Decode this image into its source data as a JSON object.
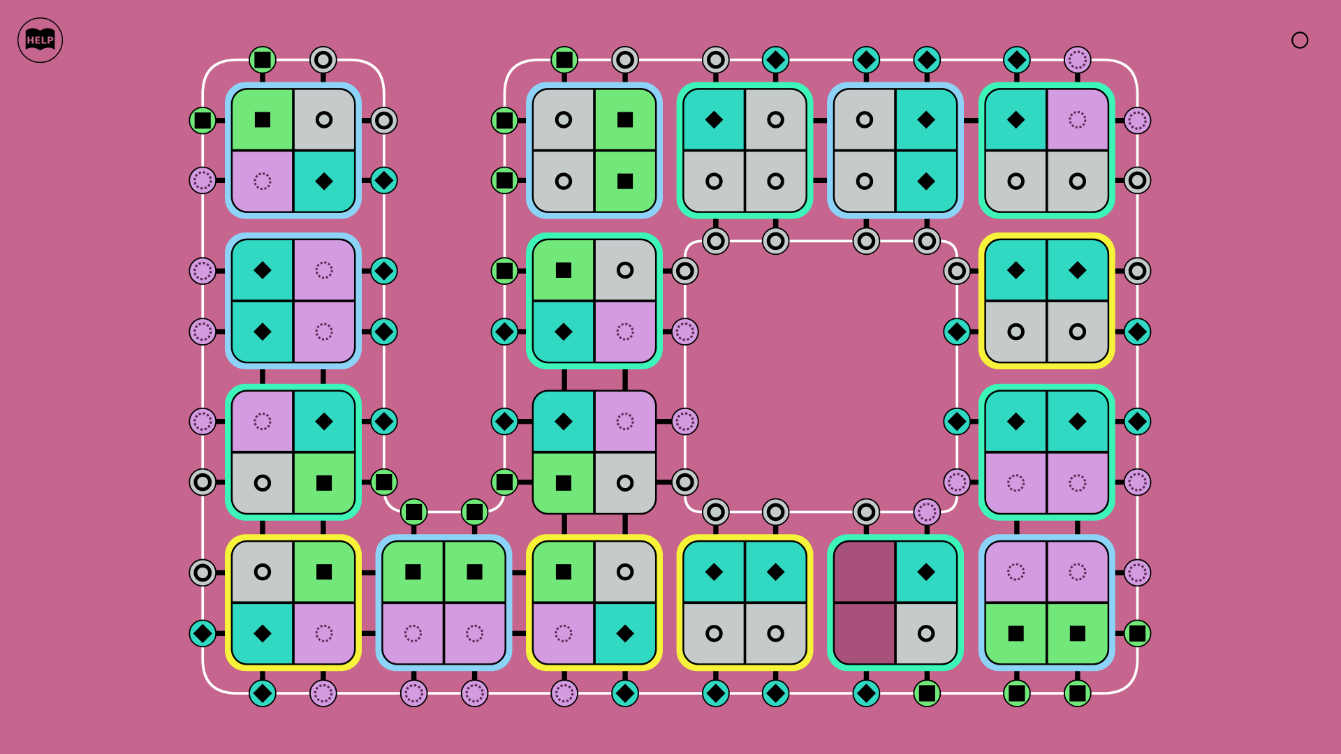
{
  "help_button": {
    "label": "HELP",
    "icon": "help-book-icon"
  },
  "menu_button": {
    "icon": "circle-menu-icon"
  },
  "colors": {
    "background": "#c6658d",
    "green": "#72e87a",
    "gray": "#c5cacb",
    "pink": "#d39be0",
    "teal": "#31d8c2",
    "empty": "#a8517a",
    "border_blue": "#8dd3f8",
    "border_teal": "#3df5b8",
    "border_yellow": "#f6f33a",
    "border_none": "none"
  },
  "symbols": {
    "square": "green",
    "circle": "gray",
    "dotted": "pink",
    "diamond": "teal",
    "empty": "empty"
  },
  "tiles": [
    {
      "row": 0,
      "col": 0,
      "border": "blue",
      "cells": [
        "square",
        "circle",
        "dotted",
        "diamond"
      ]
    },
    {
      "row": 0,
      "col": 2,
      "border": "blue",
      "cells": [
        "circle",
        "square",
        "circle",
        "square"
      ]
    },
    {
      "row": 0,
      "col": 3,
      "border": "teal",
      "cells": [
        "diamond",
        "circle",
        "circle",
        "circle"
      ]
    },
    {
      "row": 0,
      "col": 4,
      "border": "blue",
      "cells": [
        "circle",
        "diamond",
        "circle",
        "diamond"
      ]
    },
    {
      "row": 0,
      "col": 5,
      "border": "teal",
      "cells": [
        "diamond",
        "dotted",
        "circle",
        "circle"
      ]
    },
    {
      "row": 1,
      "col": 0,
      "border": "blue",
      "cells": [
        "diamond",
        "dotted",
        "diamond",
        "dotted"
      ]
    },
    {
      "row": 1,
      "col": 2,
      "border": "teal",
      "cells": [
        "square",
        "circle",
        "diamond",
        "dotted"
      ]
    },
    {
      "row": 1,
      "col": 5,
      "border": "yellow",
      "cells": [
        "diamond",
        "diamond",
        "circle",
        "circle"
      ]
    },
    {
      "row": 2,
      "col": 0,
      "border": "teal",
      "cells": [
        "dotted",
        "diamond",
        "circle",
        "square"
      ]
    },
    {
      "row": 2,
      "col": 2,
      "border": "none",
      "cells": [
        "diamond",
        "dotted",
        "square",
        "circle"
      ]
    },
    {
      "row": 2,
      "col": 5,
      "border": "teal",
      "cells": [
        "diamond",
        "diamond",
        "dotted",
        "dotted"
      ]
    },
    {
      "row": 3,
      "col": 0,
      "border": "yellow",
      "cells": [
        "circle",
        "square",
        "diamond",
        "dotted"
      ]
    },
    {
      "row": 3,
      "col": 1,
      "border": "blue",
      "cells": [
        "square",
        "square",
        "dotted",
        "dotted"
      ]
    },
    {
      "row": 3,
      "col": 2,
      "border": "yellow",
      "cells": [
        "square",
        "circle",
        "dotted",
        "diamond"
      ]
    },
    {
      "row": 3,
      "col": 3,
      "border": "yellow",
      "cells": [
        "diamond",
        "diamond",
        "circle",
        "circle"
      ]
    },
    {
      "row": 3,
      "col": 4,
      "border": "teal",
      "cells": [
        "empty",
        "diamond",
        "empty",
        "circle"
      ]
    },
    {
      "row": 3,
      "col": 5,
      "border": "blue",
      "cells": [
        "dotted",
        "dotted",
        "square",
        "square"
      ]
    }
  ],
  "nodes": [
    "square",
    "circle",
    "square",
    "circle",
    "circle",
    "diamond",
    "diamond",
    "diamond",
    "diamond",
    "dotted",
    "square",
    "dotted",
    "dotted",
    "dotted",
    "dotted",
    "circle",
    "circle",
    "diamond",
    "circle",
    "diamond",
    "diamond",
    "diamond",
    "diamond",
    "square",
    "square",
    "square",
    "square",
    "diamond",
    "diamond",
    "square",
    "square",
    "square",
    "circle",
    "dotted",
    "dotted",
    "circle",
    "circle",
    "circle",
    "circle",
    "circle",
    "circle",
    "diamond",
    "diamond",
    "dotted",
    "circle",
    "circle",
    "circle",
    "dotted",
    "dotted",
    "circle",
    "circle",
    "diamond",
    "diamond",
    "dotted",
    "dotted",
    "square",
    "diamond",
    "dotted",
    "dotted",
    "dotted",
    "dotted",
    "diamond",
    "diamond",
    "diamond",
    "diamond",
    "square",
    "square",
    "square"
  ]
}
